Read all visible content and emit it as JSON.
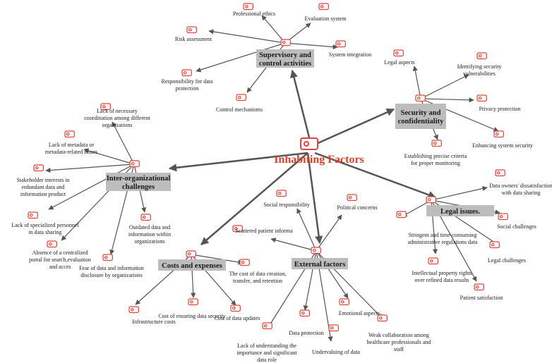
{
  "colors": {
    "accent": "#e0443a",
    "edge": "#555555",
    "branch_bg": "#bdbdbd"
  },
  "root": {
    "label": "Inhabiting Factors",
    "icon": "tag-icon"
  },
  "branches": [
    {
      "id": "supervisory",
      "label": [
        "Supervisory and",
        "control activities"
      ],
      "icon": "tag-icon",
      "children": [
        {
          "label": [
            "Professional ethics"
          ]
        },
        {
          "label": [
            "Evaluation system"
          ]
        },
        {
          "label": [
            "Risk assessment"
          ]
        },
        {
          "label": [
            "System integration"
          ]
        },
        {
          "label": [
            "Responsibility for data",
            "protection"
          ]
        },
        {
          "label": [
            "Control mechanisms"
          ]
        }
      ]
    },
    {
      "id": "security",
      "label": [
        "Security and",
        "confidentiality"
      ],
      "icon": "tag-icon",
      "children": [
        {
          "label": [
            "Legal aspects"
          ]
        },
        {
          "label": [
            "Identifying security",
            "vulnerabilities"
          ]
        },
        {
          "label": [
            "Privacy protection"
          ]
        },
        {
          "label": [
            "Enhancing system security"
          ]
        },
        {
          "label": [
            "Establishing precise criteria",
            "for proper monitoring"
          ]
        }
      ]
    },
    {
      "id": "interorg",
      "label": [
        "Inter-organizational",
        "challenges"
      ],
      "icon": "tag-icon",
      "children": [
        {
          "label": [
            "Lack of necessary",
            "coordination among different",
            "organizations"
          ]
        },
        {
          "label": [
            "Lack of metadata or",
            "metadata-related issues"
          ]
        },
        {
          "label": [
            "Stakeholder interests in",
            "redundant data and",
            "information product"
          ]
        },
        {
          "label": [
            "Lack of specialized personnel",
            "in data sharing"
          ]
        },
        {
          "label": [
            "Absence of a centralized",
            "portal for search,evaluation",
            "and acces"
          ]
        },
        {
          "label": [
            "Fear of data and information",
            "disclosure by organizations"
          ]
        },
        {
          "label": [
            "Outdated data and",
            "information within",
            "organizations"
          ]
        }
      ]
    },
    {
      "id": "legal",
      "label": [
        "Legal issues."
      ],
      "icon": "tag-icon",
      "children": [
        {
          "label": [
            "Data owners' dissatisfaction",
            "with data sharing"
          ]
        },
        {
          "label": [
            "Social challenges"
          ]
        },
        {
          "label": [
            "Stringent and time-consuming",
            "administrative regulations data"
          ]
        },
        {
          "label": [
            "Legal challenges"
          ]
        },
        {
          "label": [
            "Intellectual property rights",
            "over refined data results"
          ]
        },
        {
          "label": [
            "Patient satisfaction"
          ]
        }
      ]
    },
    {
      "id": "external",
      "label": [
        "External factors"
      ],
      "icon": "tag-icon",
      "children": [
        {
          "label": [
            "Social responsibility"
          ]
        },
        {
          "label": [
            "Political concerns"
          ]
        },
        {
          "label": [
            "Scattered patient informa"
          ]
        },
        {
          "label": [
            "Emotional aspects"
          ]
        },
        {
          "label": [
            "Data protection"
          ]
        },
        {
          "label": [
            "Weak collaboration among",
            "healthcare professionals and",
            "staff"
          ]
        },
        {
          "label": [
            "Undervaluing of data"
          ]
        },
        {
          "label": [
            "Lack of understanding the",
            "importance and significant",
            "data role"
          ]
        }
      ]
    },
    {
      "id": "costs",
      "label": [
        "Costs and expenses"
      ],
      "icon": "tag-icon",
      "children": [
        {
          "label": [
            "The cost of data creation,",
            "transfer, and retention"
          ]
        },
        {
          "label": [
            "Infrastructure costs"
          ]
        },
        {
          "label": [
            "Cost of ensuring data security"
          ]
        },
        {
          "label": [
            "Cost of data updates"
          ]
        }
      ]
    }
  ]
}
